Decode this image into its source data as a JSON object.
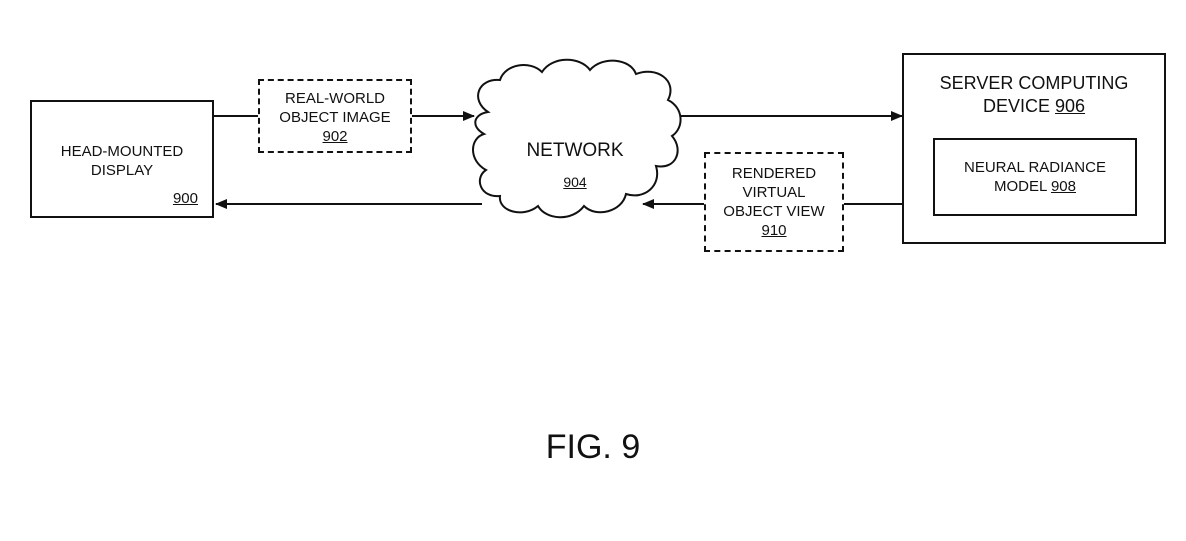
{
  "figure": {
    "caption": "FIG. 9"
  },
  "nodes": {
    "hmd": {
      "label_line1": "HEAD-MOUNTED",
      "label_line2": "DISPLAY",
      "ref": "900"
    },
    "image": {
      "label_line1": "REAL-WORLD",
      "label_line2": "OBJECT IMAGE",
      "ref": "902"
    },
    "network": {
      "label": "NETWORK",
      "ref": "904"
    },
    "server": {
      "label_line1": "SERVER COMPUTING",
      "label_line2": "DEVICE",
      "ref": "906"
    },
    "model": {
      "label_line1": "NEURAL RADIANCE",
      "label_line2": "MODEL",
      "ref": "908"
    },
    "view": {
      "label_line1": "RENDERED",
      "label_line2": "VIRTUAL",
      "label_line3": "OBJECT VIEW",
      "ref": "910"
    }
  },
  "edges": [
    {
      "from": "hmd",
      "to": "network",
      "via": "image"
    },
    {
      "from": "network",
      "to": "server"
    },
    {
      "from": "server",
      "to": "network",
      "via": "view"
    },
    {
      "from": "network",
      "to": "hmd"
    }
  ]
}
